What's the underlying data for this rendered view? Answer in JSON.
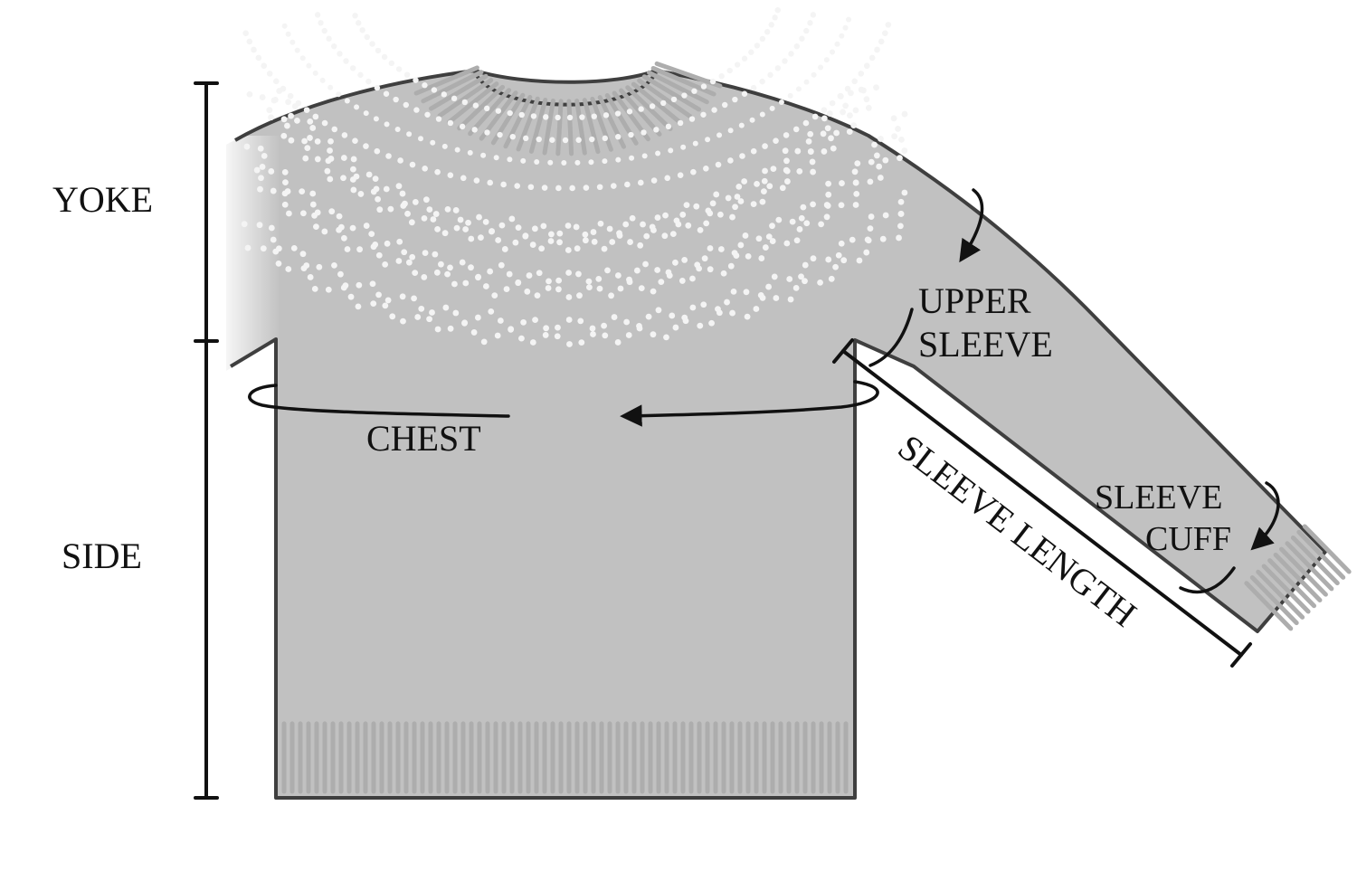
{
  "labels": {
    "yoke": "YOKE",
    "side": "SIDE",
    "chest": "CHEST",
    "upper_sleeve_line1": "UPPER",
    "upper_sleeve_line2": "SLEEVE",
    "sleeve_length": "SLEEVE LENGTH",
    "sleeve_cuff_line1": "SLEEVE",
    "sleeve_cuff_line2": "CUFF"
  },
  "colors": {
    "sweater_body": "#c1c1c1",
    "outline": "#3f3f3f",
    "ribbing": "#adadad",
    "yoke_pattern": "#f4f4f4",
    "measure_lines": "#111111",
    "background": "#ffffff"
  },
  "icons": {
    "chest_arrow": "curved-arrow-icon",
    "upper_sleeve_arrow": "curved-arrow-icon",
    "cuff_arrow": "curved-arrow-icon"
  }
}
